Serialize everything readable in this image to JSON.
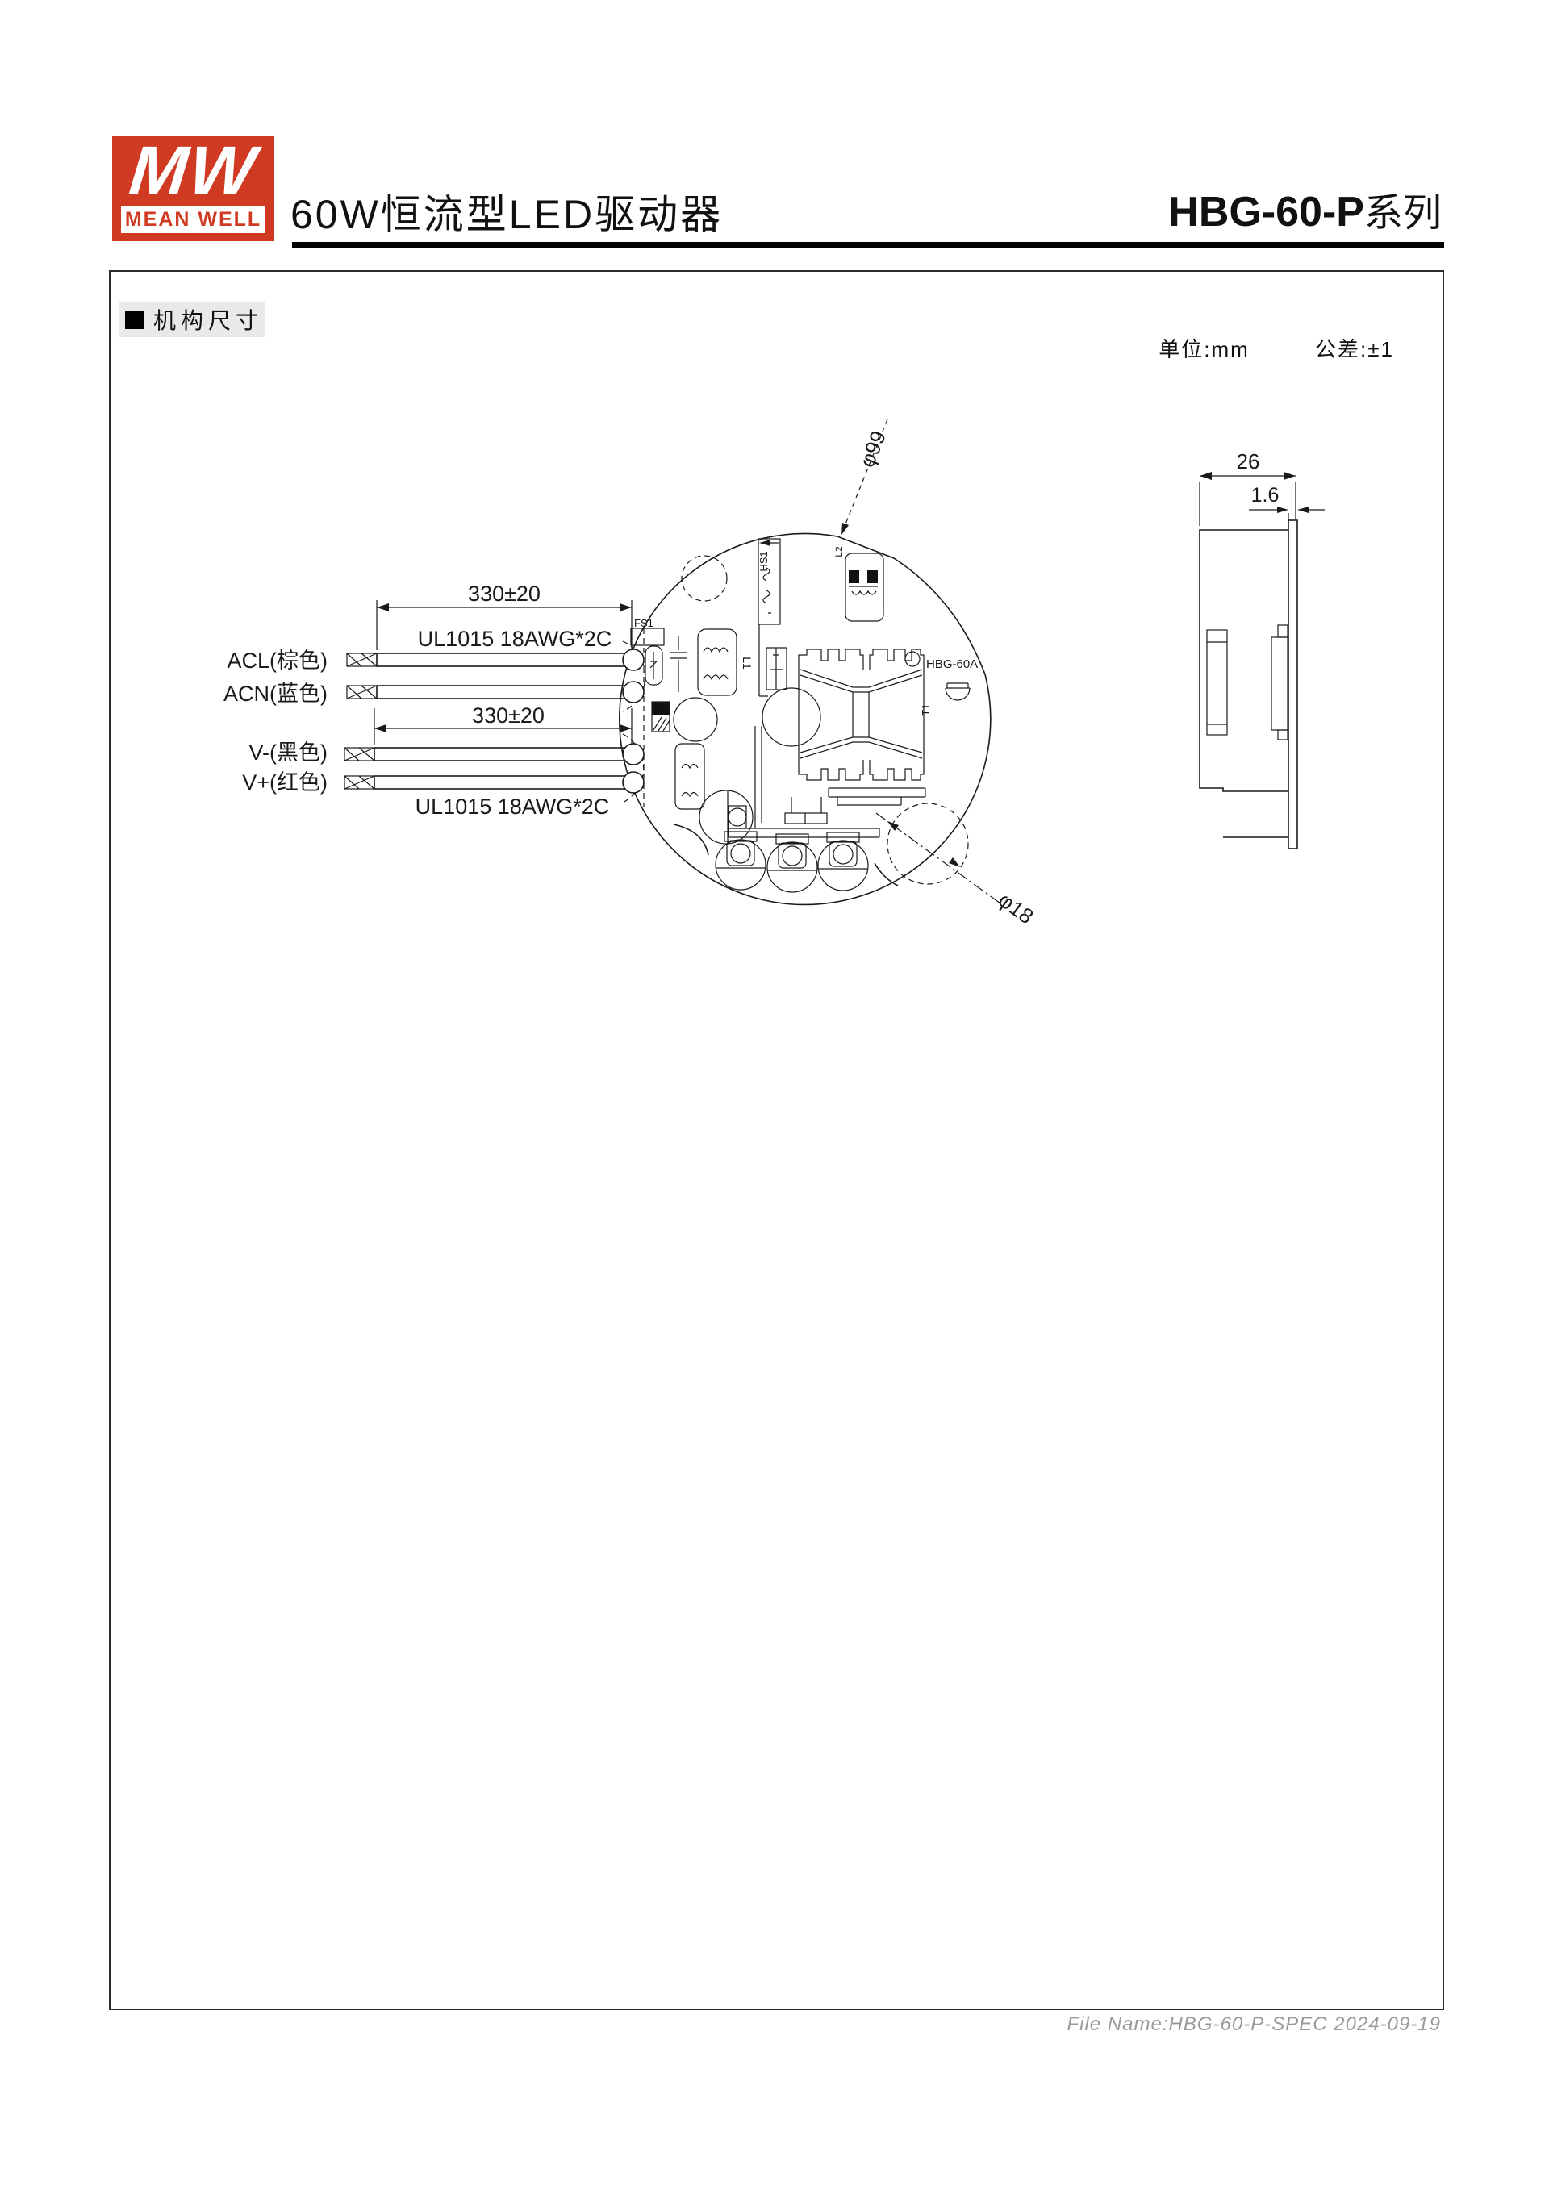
{
  "header": {
    "logo_mw": "MW",
    "logo_brand": "MEAN WELL",
    "product_title": "60W恒流型LED驱动器",
    "series_title": "HBG-60-P",
    "series_suffix": "系列"
  },
  "section": {
    "title": "机构尺寸",
    "unit": "单位:mm",
    "tolerance": "公差:±1"
  },
  "drawing": {
    "wires": [
      {
        "label": "ACL(棕色)"
      },
      {
        "label": "ACN(蓝色)"
      },
      {
        "label": "V-(黑色)"
      },
      {
        "label": "V+(红色)"
      }
    ],
    "dim_length_top": "330±20",
    "dim_length_bottom": "330±20",
    "wire_spec_top": "UL1015 18AWG*2C",
    "wire_spec_bottom": "UL1015 18AWG*2C",
    "dia_board": "φ99",
    "dia_capacitor": "φ18",
    "side_depth": "26",
    "pcb_thickness": "1.6",
    "board_label": "HBG-60A",
    "refs": {
      "fuse": "FS1",
      "heatsink": "HS1",
      "inductor1": "L1",
      "inductor2": "L2",
      "transformer": "T1"
    }
  },
  "footer": {
    "file_name": "File Name:HBG-60-P-SPEC 2024-09-19"
  },
  "colors": {
    "brand_red": "#d13a22",
    "ink": "#1a1a1a",
    "muted": "#9a9a9a",
    "section_bg": "#e9e9e9"
  }
}
